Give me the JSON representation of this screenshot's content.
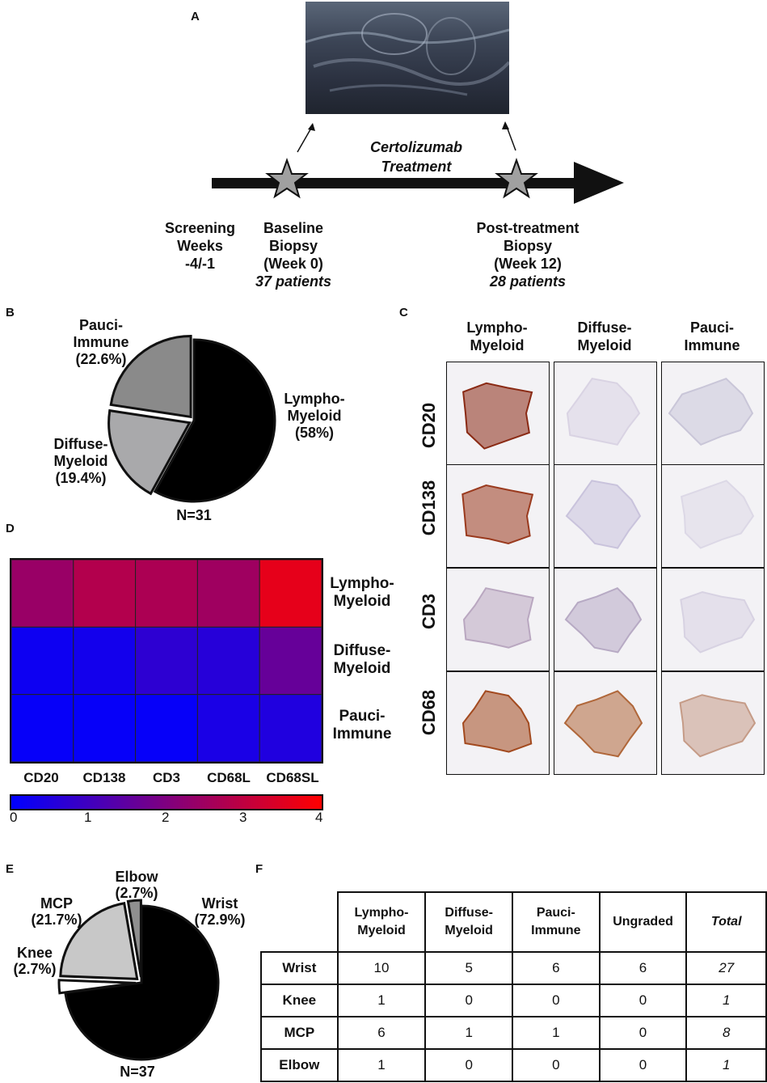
{
  "panels": {
    "a": "A",
    "b": "B",
    "c": "C",
    "d": "D",
    "e": "E",
    "f": "F"
  },
  "panel_a": {
    "treatment_line1": "Certolizumab",
    "treatment_line2": "Treatment",
    "screening": [
      "Screening",
      "Weeks",
      "-4/-1"
    ],
    "baseline": [
      "Baseline",
      "Biopsy",
      "(Week 0)"
    ],
    "baseline_patients": "37 patients",
    "post": [
      "Post-treatment",
      "Biopsy",
      "(Week 12)"
    ],
    "post_patients": "28 patients"
  },
  "panel_b": {
    "n_label": "N=31",
    "slices": [
      {
        "label_lines": [
          "Lympho-",
          "Myeloid",
          "(58%)"
        ],
        "value": 58,
        "color": "#000000"
      },
      {
        "label_lines": [
          "Diffuse-",
          "Myeloid",
          "(19.4%)"
        ],
        "value": 19.4,
        "color": "#a9a9ab"
      },
      {
        "label_lines": [
          "Pauci-",
          "Immune",
          "(22.6%)"
        ],
        "value": 22.6,
        "color": "#8a8a8a"
      }
    ]
  },
  "panel_c": {
    "columns": [
      [
        "Lympho-",
        "Myeloid"
      ],
      [
        "Diffuse-",
        "Myeloid"
      ],
      [
        "Pauci-",
        "Immune"
      ]
    ],
    "rows": [
      "CD20",
      "CD138",
      "CD3",
      "CD68"
    ]
  },
  "panel_d": {
    "row_labels": [
      [
        "Lympho-",
        "Myeloid"
      ],
      [
        "Diffuse-",
        "Myeloid"
      ],
      [
        "Pauci-",
        "Immune"
      ]
    ],
    "col_labels": [
      "CD20",
      "CD138",
      "CD3",
      "CD68L",
      "CD68SL"
    ],
    "colorbar_ticks": [
      "0",
      "1",
      "2",
      "3",
      "4"
    ]
  },
  "chart_data": [
    {
      "type": "pie",
      "title": "",
      "labels": [
        "Lympho-Myeloid",
        "Diffuse-Myeloid",
        "Pauci-Immune"
      ],
      "values": [
        58,
        19.4,
        22.6
      ],
      "annotation": "N=31"
    },
    {
      "type": "heatmap",
      "rows": [
        "Lympho-Myeloid",
        "Diffuse-Myeloid",
        "Pauci-Immune"
      ],
      "columns": [
        "CD20",
        "CD138",
        "CD3",
        "CD68L",
        "CD68SL"
      ],
      "values": [
        [
          2.4,
          2.8,
          2.7,
          2.5,
          3.6
        ],
        [
          0.2,
          0.3,
          0.7,
          0.6,
          1.6
        ],
        [
          0.1,
          0.1,
          0.1,
          0.4,
          0.5
        ]
      ],
      "scale_range": [
        0,
        4
      ],
      "colormap": [
        "#0000ff",
        "#ff0000"
      ]
    },
    {
      "type": "pie",
      "title": "",
      "labels": [
        "Wrist",
        "Knee",
        "MCP",
        "Elbow"
      ],
      "values": [
        72.9,
        2.7,
        21.7,
        2.7
      ],
      "annotation": "N=37"
    }
  ],
  "panel_e": {
    "n_label": "N=37",
    "slices": [
      {
        "label_lines": [
          "Wrist",
          "(72.9%)"
        ],
        "value": 72.9,
        "color": "#000000"
      },
      {
        "label_lines": [
          "Knee",
          "(2.7%)"
        ],
        "value": 2.7,
        "color": "#ffffff"
      },
      {
        "label_lines": [
          "MCP",
          "(21.7%)"
        ],
        "value": 21.7,
        "color": "#c8c8c8"
      },
      {
        "label_lines": [
          "Elbow",
          "(2.7%)"
        ],
        "value": 2.7,
        "color": "#8f8f8f"
      }
    ]
  },
  "panel_f": {
    "headers": [
      [
        "Lympho-",
        "Myeloid"
      ],
      [
        "Diffuse-",
        "Myeloid"
      ],
      [
        "Pauci-",
        "Immune"
      ],
      [
        "Ungraded"
      ],
      [
        "Total"
      ]
    ],
    "rows": [
      {
        "label": "Wrist",
        "values": [
          "10",
          "5",
          "6",
          "6"
        ],
        "total": "27"
      },
      {
        "label": "Knee",
        "values": [
          "1",
          "0",
          "0",
          "0"
        ],
        "total": "1"
      },
      {
        "label": "MCP",
        "values": [
          "6",
          "1",
          "1",
          "0"
        ],
        "total": "8"
      },
      {
        "label": "Elbow",
        "values": [
          "1",
          "0",
          "0",
          "0"
        ],
        "total": "1"
      }
    ]
  }
}
